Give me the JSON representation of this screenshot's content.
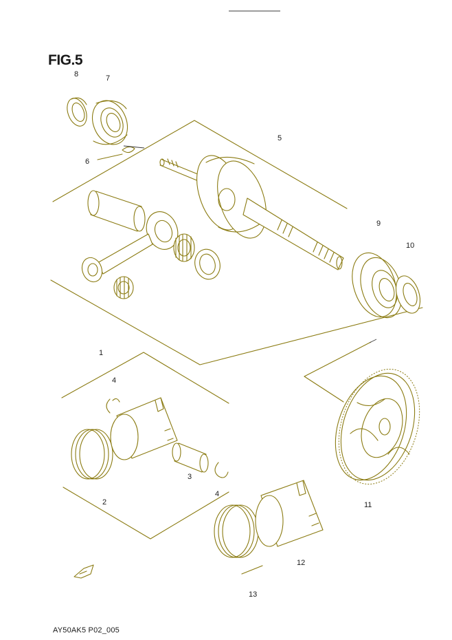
{
  "figure": {
    "title": "FIG.5"
  },
  "callouts": [
    {
      "id": "c8",
      "text": "8"
    },
    {
      "id": "c7",
      "text": "7"
    },
    {
      "id": "c6",
      "text": "6"
    },
    {
      "id": "c5",
      "text": "5"
    },
    {
      "id": "c9",
      "text": "9"
    },
    {
      "id": "c10",
      "text": "10"
    },
    {
      "id": "c1",
      "text": "1"
    },
    {
      "id": "c4a",
      "text": "4"
    },
    {
      "id": "c3",
      "text": "3"
    },
    {
      "id": "c2",
      "text": "2"
    },
    {
      "id": "c4b",
      "text": "4"
    },
    {
      "id": "c11",
      "text": "11"
    },
    {
      "id": "c12",
      "text": "12"
    },
    {
      "id": "c13",
      "text": "13"
    }
  ],
  "footer": {
    "diagram_code": "AY50AK5 P02_005"
  },
  "colors": {
    "line": "#8a7a10",
    "text": "#1a1a1a"
  },
  "icons": {
    "direction_arrow": "front-direction-arrow-icon"
  }
}
